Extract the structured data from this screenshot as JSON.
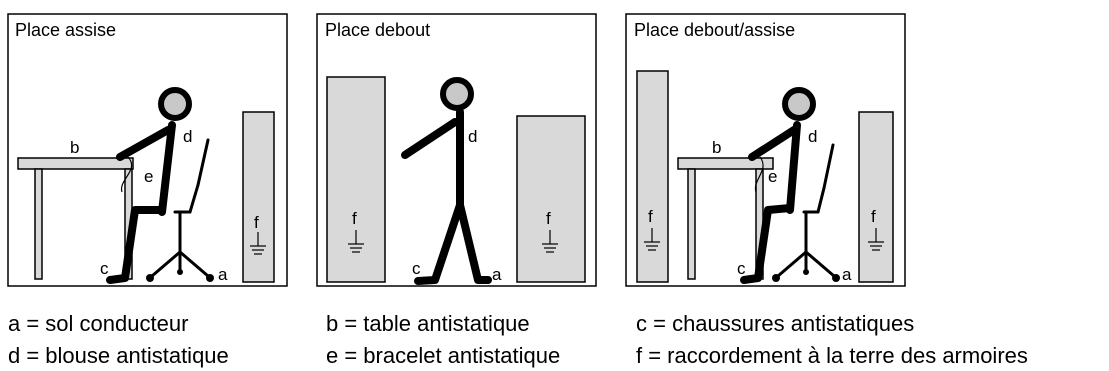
{
  "panels": [
    {
      "title": "Place assise"
    },
    {
      "title": "Place debout"
    },
    {
      "title": "Place debout/assise"
    }
  ],
  "markers": {
    "a": "a",
    "b": "b",
    "c": "c",
    "d": "d",
    "e": "e",
    "f": "f"
  },
  "legend": [
    {
      "text": "a = sol conducteur"
    },
    {
      "text": "b = table antistatique"
    },
    {
      "text": "c = chaussures antistatiques"
    },
    {
      "text": "d = blouse antistatique"
    },
    {
      "text": "e = bracelet antistatique"
    },
    {
      "text": "f = raccordement à la terre des armoires"
    }
  ],
  "colors": {
    "fill": "#d9d9d9",
    "stroke": "#000000",
    "figure_head": "#c8c8c8"
  }
}
